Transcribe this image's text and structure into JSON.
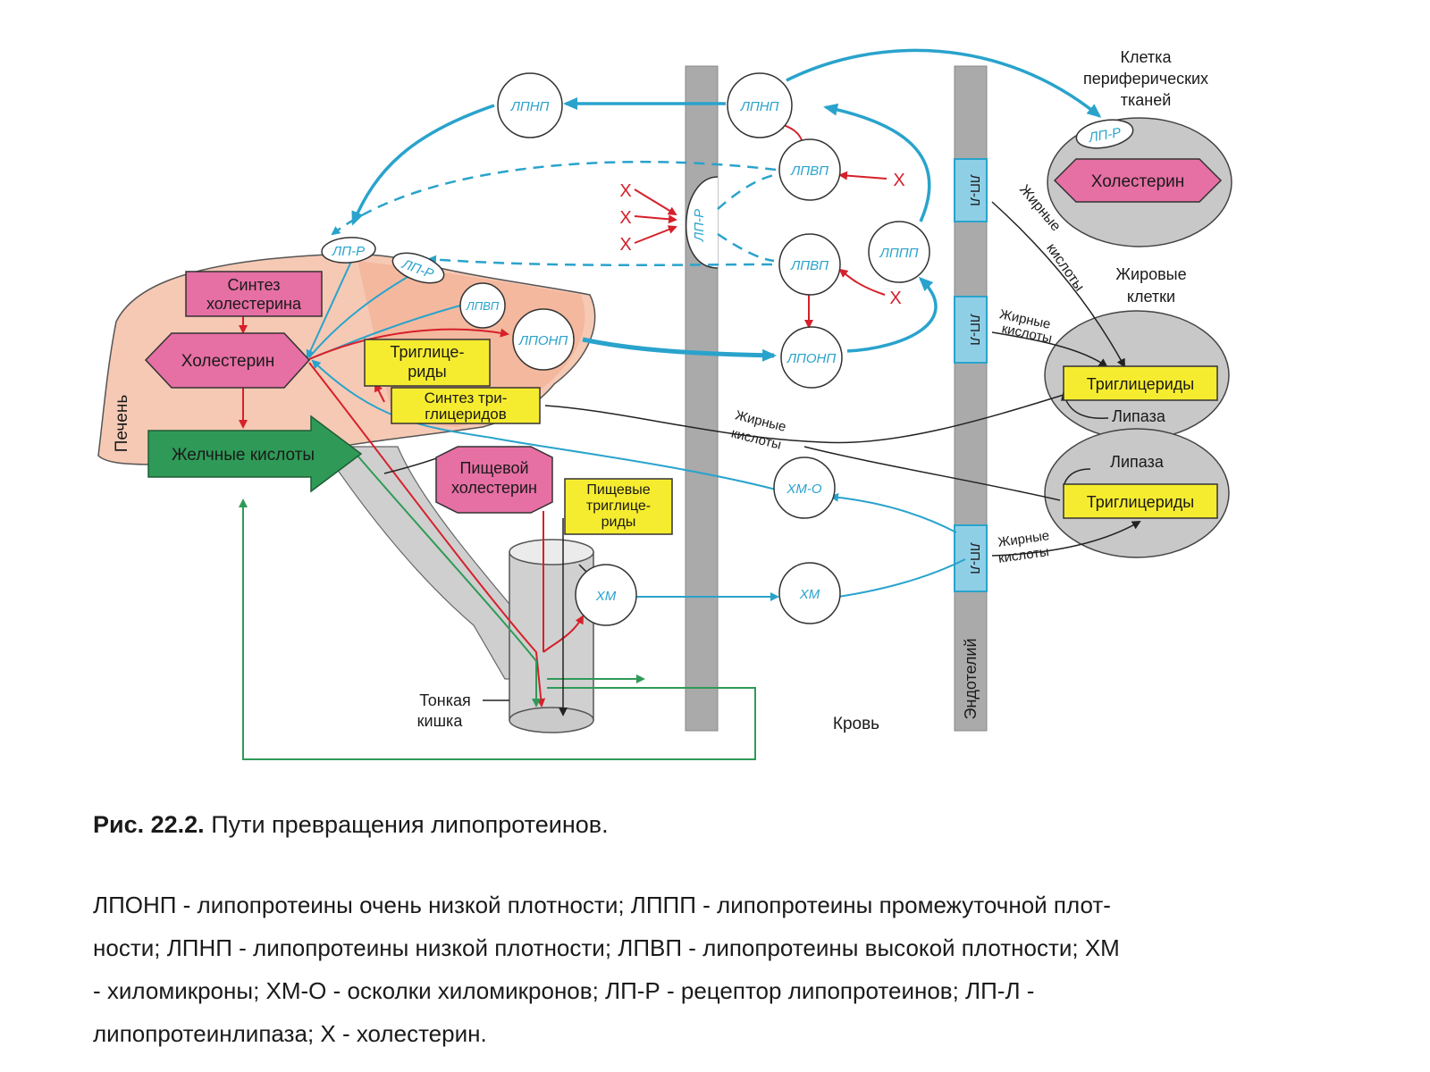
{
  "diagram": {
    "nodes": {
      "lpnp_liver": "ЛПНП",
      "lpnp_blood": "ЛПНП",
      "lpvp_top": "ЛПВП",
      "lpvp_mid": "ЛПВП",
      "lpvp_liver": "ЛПВП",
      "lppp": "ЛППП",
      "lponp_liver": "ЛПОНП",
      "lponp_blood": "ЛПОНП",
      "hm_o": "ХМ-О",
      "hm_intestine": "ХМ",
      "hm_blood": "ХМ"
    },
    "receptors": {
      "lpr_liver1": "ЛП-Р",
      "lpr_liver2": "ЛП-Р",
      "lpr_wall": "ЛП-Р",
      "lpr_peripheral": "ЛП-Р"
    },
    "lipases": {
      "lpl_1": "ЛП-Л",
      "lpl_2": "ЛП-Л",
      "lpl_3": "ЛП-Л"
    },
    "boxes": {
      "synthesis_cholesterol": [
        "Синтез",
        "холестерина"
      ],
      "cholesterol_liver": "Холестерин",
      "triglycerides_liver": [
        "Триглице-",
        "риды"
      ],
      "synthesis_tg": [
        "Синтез три-",
        "глицеридов"
      ],
      "bile_acids": "Желчные кислоты",
      "dietary_cholesterol": [
        "Пищевой",
        "холестерин"
      ],
      "dietary_tg": [
        "Пищевые",
        "триглице-",
        "риды"
      ],
      "cholesterol_peripheral": "Холестерин",
      "tg_fat1": "Триглицериды",
      "tg_fat2": "Триглицериды",
      "lipase_1": "Липаза",
      "lipase_2": "Липаза"
    },
    "labels": {
      "liver": "Печень",
      "small_intestine": [
        "Тонкая",
        "кишка"
      ],
      "blood": "Кровь",
      "endothelium": "Эндотелий",
      "peripheral_cell": [
        "Клетка",
        "периферических",
        "тканей"
      ],
      "fat_cells": [
        "Жировые",
        "клетки"
      ],
      "fatty_acids_1": [
        "Жирные",
        "кислоты"
      ],
      "fatty_acids_2": [
        "Жирные",
        "кислоты"
      ],
      "fatty_acids_3": [
        "Жирные",
        "кислоты"
      ],
      "fatty_acids_4": [
        "Жирные",
        "кислоты"
      ],
      "x_mark": "X"
    },
    "colors": {
      "blue": "#29a3cc",
      "red": "#d6202a",
      "green": "#2f9a57",
      "pink": "#e66fa4",
      "yellow": "#f6ec2f",
      "liver_fill": "#f6c9b4",
      "cell_fill": "#c8c8c8",
      "membrane": "#aaaaaa",
      "lpl_fill": "#8fcfe6"
    }
  },
  "caption": {
    "fig_number": "Рис. 22.2.",
    "fig_title": "Пути превращения липопротеинов.",
    "legend_lines": [
      "ЛПОНП - липопротеины очень низкой плотности; ЛППП - липопротеины промежуточной плот-",
      "ности; ЛПНП - липопротеины низкой плотности; ЛПВП - липопротеины высокой плотности; ХМ",
      "- хиломикроны; ХМ-О - осколки хиломикронов; ЛП-Р - рецептор липопротеинов; ЛП-Л -",
      "липопротеинлипаза; X - холестерин."
    ]
  }
}
